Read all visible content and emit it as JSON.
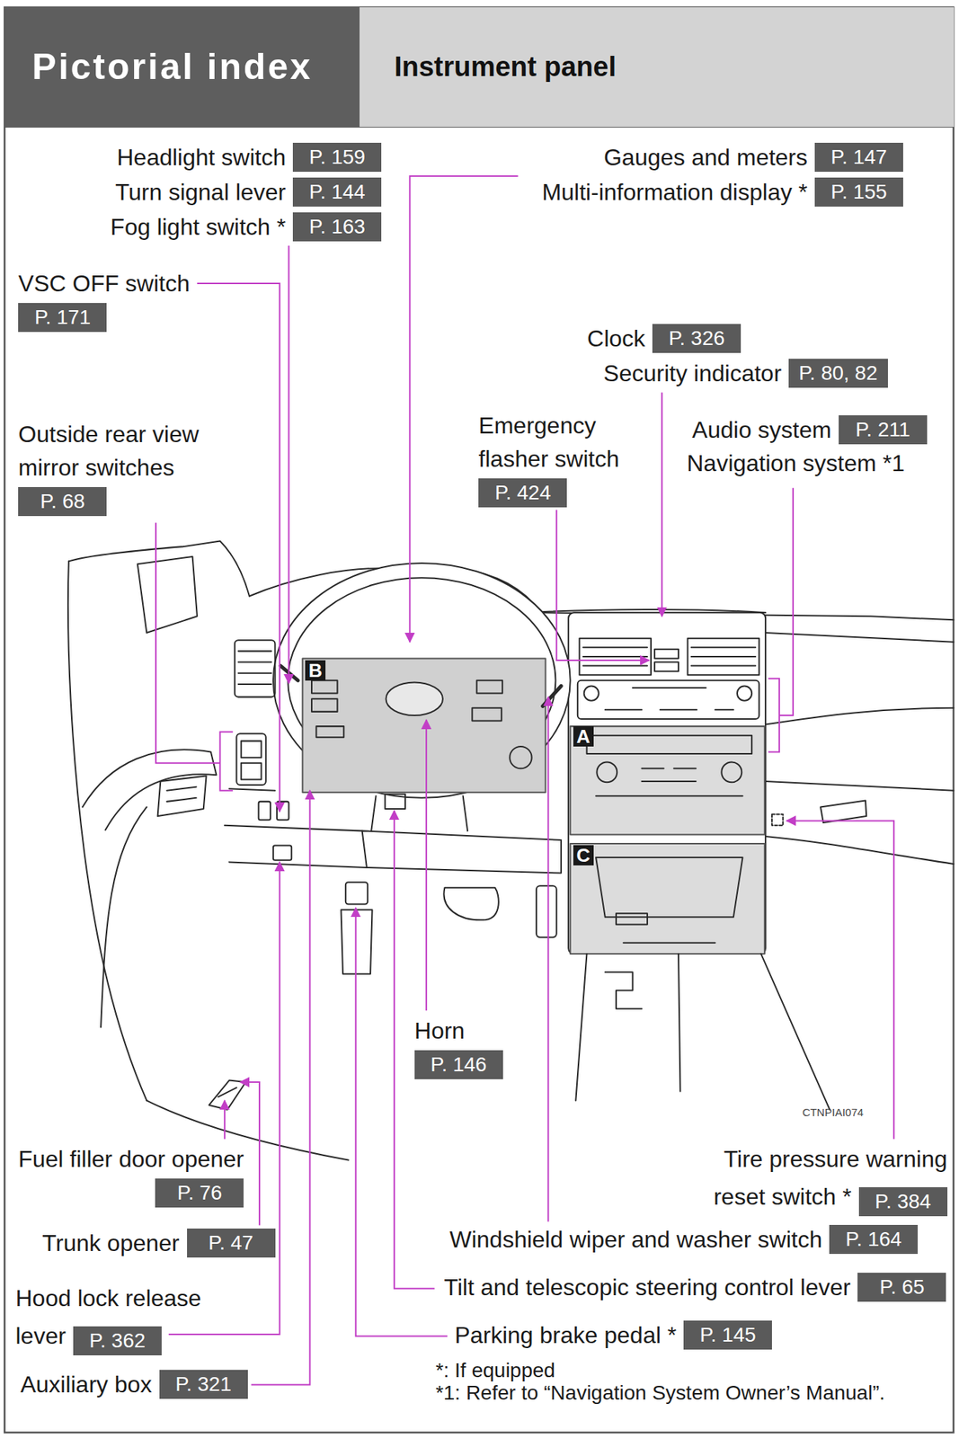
{
  "diagram": {
    "nodes": [
      {
        "text": [
          "Pictorial index"
        ]
      },
      {
        "text": [
          "Instrument panel"
        ]
      },
      {
        "text": [
          "Headlight switch",
          "P. 159"
        ]
      },
      {
        "text": [
          "Turn signal lever",
          "P. 144"
        ]
      },
      {
        "text": [
          "Fog light switch *",
          "P. 163"
        ]
      },
      {
        "text": [
          "Gauges and meters",
          "P. 147"
        ]
      },
      {
        "text": [
          "Multi-information display *",
          "P. 155"
        ]
      },
      {
        "text": [
          "VSC OFF switch",
          "P. 171"
        ]
      },
      {
        "text": [
          "Clock",
          "P. 326"
        ]
      },
      {
        "text": [
          "Security indicator",
          "P. 80, 82"
        ]
      },
      {
        "text": [
          "Outside rear view mirror switches",
          "P. 68"
        ]
      },
      {
        "text": [
          "Emergency flasher switch",
          "P. 424"
        ]
      },
      {
        "text": [
          "Audio system",
          "P. 211"
        ]
      },
      {
        "text": [
          "B"
        ]
      },
      {
        "text": [
          "A"
        ]
      },
      {
        "text": [
          "C"
        ]
      },
      {
        "text": [
          "Horn",
          "P. 146"
        ]
      },
      {
        "text": [
          "Fuel filler door opener",
          "P. 76"
        ]
      },
      {
        "text": [
          "Tire pressure warning reset switch *",
          "P. 384"
        ]
      },
      {
        "text": [
          "Trunk opener",
          "P. 47"
        ]
      },
      {
        "text": [
          "Windshield wiper and washer switch",
          "P. 164"
        ]
      },
      {
        "text": [
          "Hood lock release lever",
          "P. 362"
        ]
      },
      {
        "text": [
          "Tilt and telescopic steering control lever",
          "P. 65"
        ]
      },
      {
        "text": [
          "Parking brake pedal *",
          "P. 145"
        ]
      },
      {
        "text": [
          "Auxiliary box",
          "P. 321"
        ]
      }
    ],
    "labels": [
      "Navigation system *1",
      "CTNPIAI074",
      "*: If equipped",
      "*1: Refer to “Navigation System Owner’s Manual”."
    ]
  }
}
